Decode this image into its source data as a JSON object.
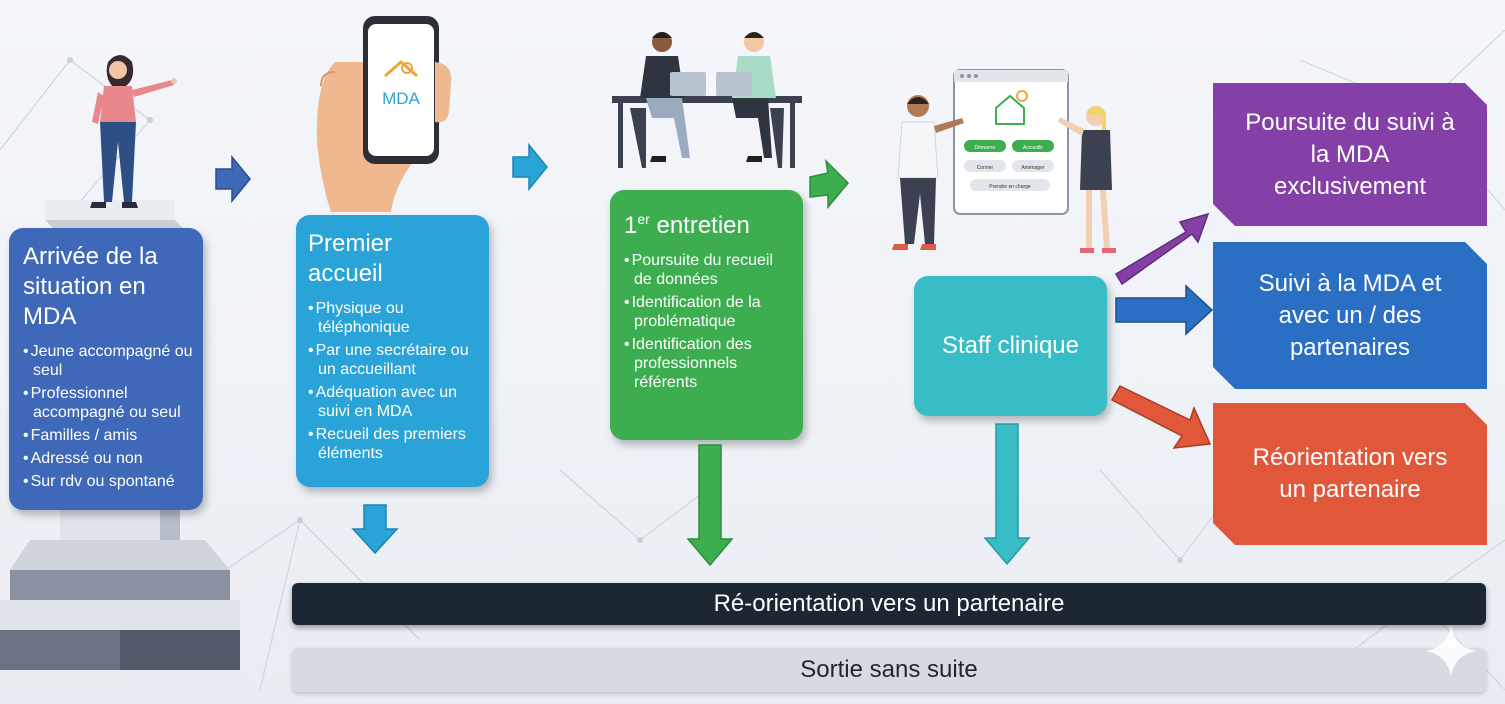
{
  "steps": {
    "arrivee": {
      "title": "Arrivée de la situation en MDA",
      "items": [
        "Jeune accompagné ou seul",
        "Professionnel accompagné ou seul",
        "Familles / amis",
        "Adressé ou non",
        "Sur rdv ou spontané"
      ]
    },
    "premier_accueil": {
      "title": "Premier accueil",
      "items": [
        "Physique ou téléphonique",
        "Par une secrétaire ou un accueillant",
        "Adéquation avec un suivi en MDA",
        "Recueil des premiers éléments"
      ]
    },
    "entretien": {
      "title_number": "1",
      "title_sup": "er",
      "title_rest": " entretien",
      "items": [
        "Poursuite du recueil de données",
        "Identification de la problématique",
        "Identification des professionnels référents"
      ]
    },
    "staff": {
      "title": "Staff clinique"
    }
  },
  "phone": {
    "logo_text": "MDA"
  },
  "screen_buttons": [
    "Démarrer",
    "Accueillir",
    "Conner",
    "Aménager",
    "Prendre en charge"
  ],
  "outcomes": [
    {
      "label": "Poursuite du suivi à la MDA exclusivement",
      "color": "#8540a8"
    },
    {
      "label": "Suivi à la MDA et avec un / des partenaires",
      "color": "#2b6fc4"
    },
    {
      "label": "Réorientation vers un partenaire",
      "color": "#e1573a"
    }
  ],
  "bottom": {
    "reorientation": "Ré-orientation vers un partenaire",
    "sortie": "Sortie sans suite"
  },
  "colors": {
    "arrivee": "#3f68b8",
    "accueil": "#2aa4d8",
    "entretien": "#3dae4f",
    "staff": "#38bdc6",
    "dark_bar": "#1d2633",
    "light_bar": "#d7dbe1"
  }
}
